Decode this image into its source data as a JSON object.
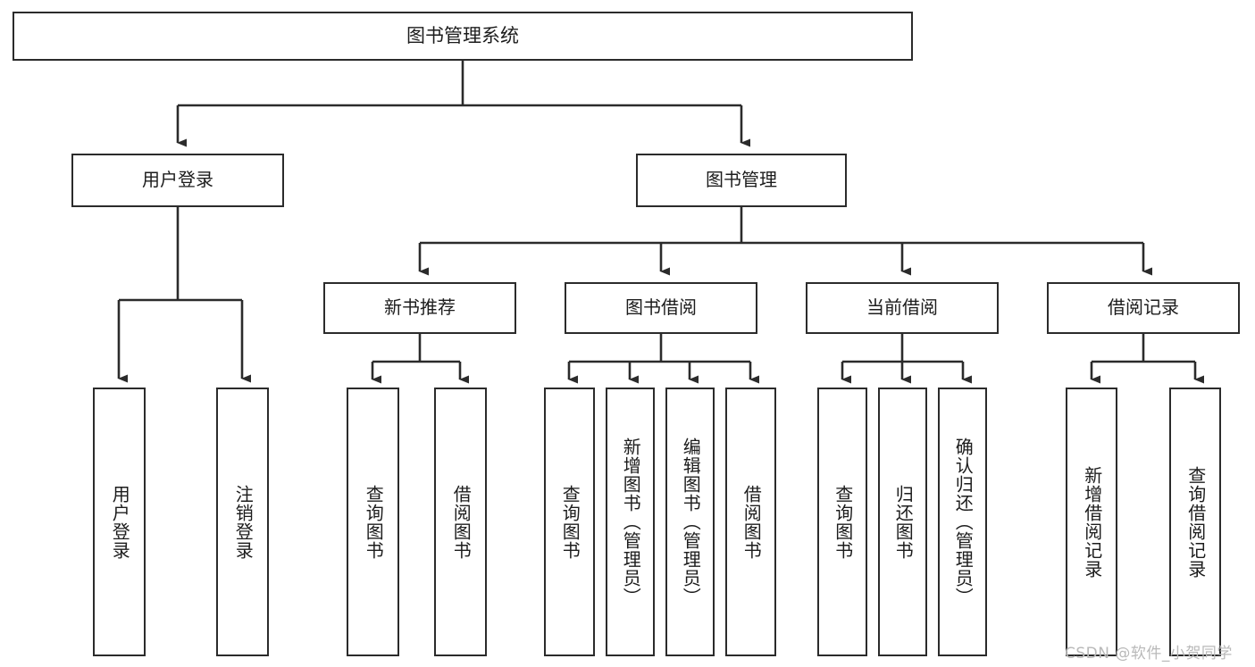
{
  "diagram": {
    "title": "图书管理系统",
    "type": "tree-hierarchy-chart",
    "watermark": "CSDN @软件_小贺同学",
    "colors": {
      "box_border": "#2b2b2b",
      "box_fill": "#ffffff",
      "edge": "#2b2b2b",
      "text": "#1c1c1c",
      "watermark": "#b9b9b9",
      "background": "#ffffff"
    }
  },
  "nodes": {
    "root": {
      "label": "图书管理系统"
    },
    "level2": [
      {
        "id": "user-login",
        "label": "用户登录"
      },
      {
        "id": "book-management",
        "label": "图书管理"
      }
    ],
    "level3": [
      {
        "id": "new-book-recommend",
        "label": "新书推荐"
      },
      {
        "id": "book-borrow",
        "label": "图书借阅"
      },
      {
        "id": "current-borrow",
        "label": "当前借阅"
      },
      {
        "id": "borrow-record",
        "label": "借阅记录"
      }
    ],
    "leaves": {
      "user_login": [
        {
          "id": "leaf-user-login",
          "label": "用户登录"
        },
        {
          "id": "leaf-logout-login",
          "label": "注销登录"
        }
      ],
      "new_book_recommend": [
        {
          "id": "leaf-query-book-1",
          "label": "查询图书"
        },
        {
          "id": "leaf-borrow-book-1",
          "label": "借阅图书"
        }
      ],
      "book_borrow": [
        {
          "id": "leaf-query-book-2",
          "label": "查询图书"
        },
        {
          "id": "leaf-add-book",
          "label": "新增图书（管理员）"
        },
        {
          "id": "leaf-edit-book",
          "label": "编辑图书（管理员）"
        },
        {
          "id": "leaf-borrow-book-2",
          "label": "借阅图书"
        }
      ],
      "current_borrow": [
        {
          "id": "leaf-query-book-3",
          "label": "查询图书"
        },
        {
          "id": "leaf-return-book",
          "label": "归还图书"
        },
        {
          "id": "leaf-confirm-return",
          "label": "确认归还（管理员）"
        }
      ],
      "borrow_record": [
        {
          "id": "leaf-add-record",
          "label": "新增借阅记录"
        },
        {
          "id": "leaf-query-record",
          "label": "查询借阅记录"
        }
      ]
    }
  },
  "chart_data": {
    "type": "table",
    "title": "图书管理系统 功能结构图",
    "hierarchy": [
      {
        "level": 1,
        "label": "图书管理系统",
        "children": [
          {
            "level": 2,
            "label": "用户登录",
            "children": [
              {
                "level": 3,
                "label": "用户登录"
              },
              {
                "level": 3,
                "label": "注销登录"
              }
            ]
          },
          {
            "level": 2,
            "label": "图书管理",
            "children": [
              {
                "level": 3,
                "label": "新书推荐",
                "children": [
                  {
                    "level": 4,
                    "label": "查询图书"
                  },
                  {
                    "level": 4,
                    "label": "借阅图书"
                  }
                ]
              },
              {
                "level": 3,
                "label": "图书借阅",
                "children": [
                  {
                    "level": 4,
                    "label": "查询图书"
                  },
                  {
                    "level": 4,
                    "label": "新增图书（管理员）"
                  },
                  {
                    "level": 4,
                    "label": "编辑图书（管理员）"
                  },
                  {
                    "level": 4,
                    "label": "借阅图书"
                  }
                ]
              },
              {
                "level": 3,
                "label": "当前借阅",
                "children": [
                  {
                    "level": 4,
                    "label": "查询图书"
                  },
                  {
                    "level": 4,
                    "label": "归还图书"
                  },
                  {
                    "level": 4,
                    "label": "确认归还（管理员）"
                  }
                ]
              },
              {
                "level": 3,
                "label": "借阅记录",
                "children": [
                  {
                    "level": 4,
                    "label": "新增借阅记录"
                  },
                  {
                    "level": 4,
                    "label": "查询借阅记录"
                  }
                ]
              }
            ]
          }
        ]
      }
    ]
  }
}
